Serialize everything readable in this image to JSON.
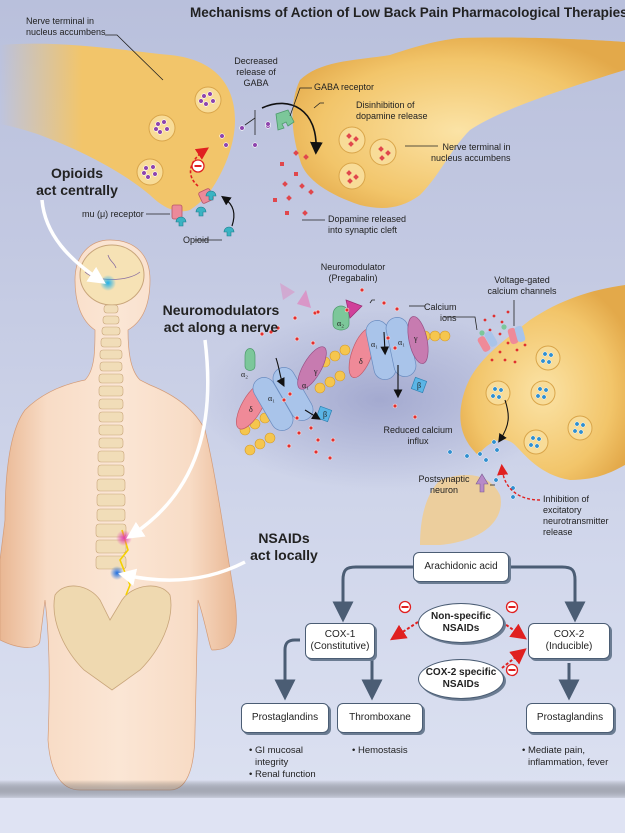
{
  "title": "Mechanisms of Action of Low Back Pain Pharmacological Therapies",
  "colors": {
    "background": "#c3c9e2",
    "nerve_terminal": "#f2c66e",
    "gaba_vesicle_dot": "#9b59b6",
    "dopamine": "#e0474c",
    "inhibition_arrow": "#e02020",
    "calcium_ion": "#e03030",
    "neurotransmitter": "#2f8fd0",
    "flow_arrow": "#4b5d74",
    "alpha1_subunit": "#a9c4ea",
    "delta_subunit": "#ef8a98",
    "gamma_subunit": "#c77bb0",
    "beta_subunit": "#5bb5e6",
    "alpha2_subunit": "#7cc79a",
    "pregabalin": "#d0409a"
  },
  "region_labels": {
    "opioids": [
      "Opioids",
      "act centrally"
    ],
    "neuromodulators": [
      "Neuromodulators",
      "act along a nerve"
    ],
    "nsaids": [
      "NSAIDs",
      "act locally"
    ]
  },
  "synapse_panel": {
    "left_terminal_label": [
      "Nerve terminal in",
      "nucleus accumbens"
    ],
    "decreased_gaba": [
      "Decreased",
      "release of",
      "GABA"
    ],
    "gaba_receptor": "GABA receptor",
    "disinhibition": [
      "Disinhibition of",
      "dopamine release"
    ],
    "right_terminal_label": [
      "Nerve terminal in",
      "nucleus accumbens"
    ],
    "mu_receptor": "mu (μ) receptor",
    "opioid": "Opioid",
    "dopamine_released": [
      "Dopamine released",
      "into synaptic cleft"
    ],
    "inhibition_symbol": "−"
  },
  "channel_panel": {
    "neuromodulator": [
      "Neuromodulator",
      "(Pregabalin)"
    ],
    "calcium_ions": [
      "Calcium",
      "ions"
    ],
    "voltage_gated": [
      "Voltage-gated",
      "calcium channels"
    ],
    "reduced_calcium": [
      "Reduced calcium",
      "influx"
    ],
    "postsynaptic": [
      "Postsynaptic",
      "neuron"
    ],
    "inhibition_excitatory": [
      "Inhibition of",
      "excitatory",
      "neurotransmitter",
      "release"
    ],
    "subunits": {
      "alpha1": "α₁",
      "alpha2": "α₂",
      "delta": "δ",
      "gamma": "γ",
      "beta": "β"
    }
  },
  "flowchart": {
    "arachidonic": "Arachidonic acid",
    "cox1": [
      "COX-1",
      "(Constitutive)"
    ],
    "cox2": [
      "COX-2",
      "(Inducible)"
    ],
    "nonspecific": [
      "Non-specific",
      "NSAIDs"
    ],
    "cox2specific": [
      "COX-2 specific",
      "NSAIDs"
    ],
    "prostaglandins_1": "Prostaglandins",
    "thromboxane": "Thromboxane",
    "prostaglandins_2": "Prostaglandins",
    "effects_prostaglandins_1": [
      "• GI mucosal",
      "integrity",
      "• Renal function"
    ],
    "effects_thromboxane": [
      "• Hemostasis"
    ],
    "effects_prostaglandins_2": [
      "• Mediate pain,",
      "inflammation, fever"
    ],
    "inhibition_symbol": "−"
  }
}
